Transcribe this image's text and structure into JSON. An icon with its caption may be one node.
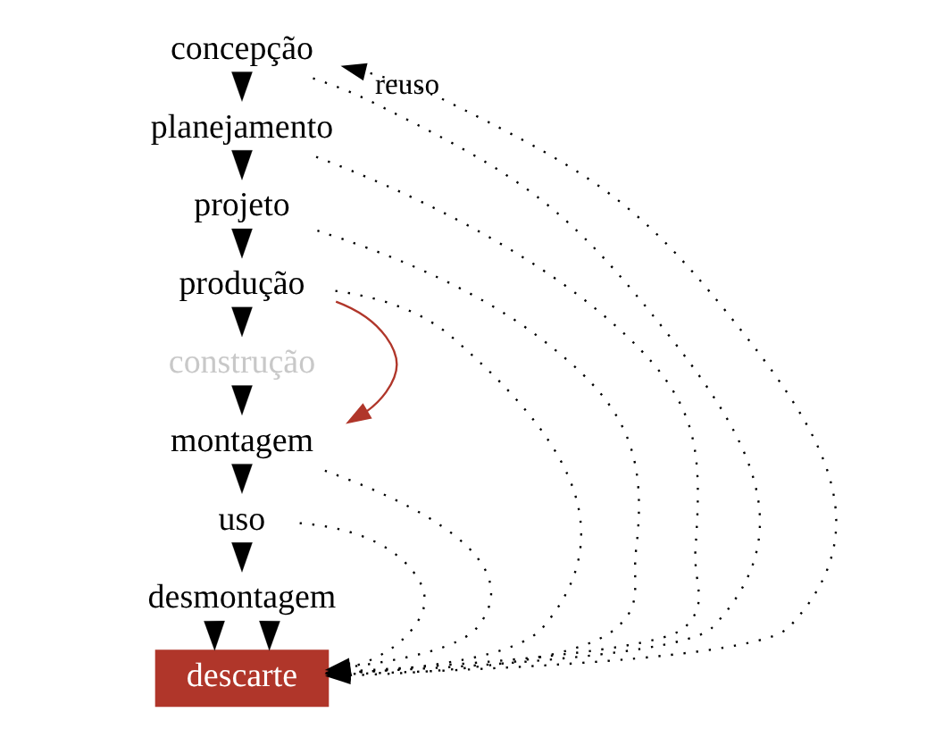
{
  "diagram": {
    "nodes": [
      {
        "text": [
          "concepção"
        ]
      },
      {
        "text": [
          "planejamento"
        ]
      },
      {
        "text": [
          "projeto"
        ]
      },
      {
        "text": [
          "produção"
        ]
      },
      {
        "text": [
          "construção"
        ]
      },
      {
        "text": [
          "montagem"
        ]
      },
      {
        "text": [
          "uso"
        ]
      },
      {
        "text": [
          "desmontagem"
        ]
      },
      {
        "text": [
          "descarte"
        ]
      }
    ],
    "edges": [
      {
        "from": 0,
        "to": 1,
        "arrow": "to"
      },
      {
        "from": 1,
        "to": 2,
        "arrow": "to"
      },
      {
        "from": 2,
        "to": 3,
        "arrow": "to"
      },
      {
        "from": 3,
        "to": 4,
        "arrow": "to"
      },
      {
        "from": 4,
        "to": 5,
        "arrow": "to"
      },
      {
        "from": 5,
        "to": 6,
        "arrow": "to"
      },
      {
        "from": 6,
        "to": 7,
        "arrow": "to"
      },
      {
        "from": 7,
        "to": 8,
        "arrow": "to"
      },
      {
        "from": 3,
        "to": 5,
        "arrow": "to",
        "color": "#b0362a"
      },
      {
        "from": 0,
        "to": 8,
        "arrow": "to",
        "style": "dashed"
      },
      {
        "from": 1,
        "to": 8,
        "arrow": "to",
        "style": "dashed"
      },
      {
        "from": 2,
        "to": 8,
        "arrow": "to",
        "style": "dashed"
      },
      {
        "from": 3,
        "to": 8,
        "arrow": "to",
        "style": "dashed"
      },
      {
        "from": 5,
        "to": 8,
        "arrow": "to",
        "style": "dashed"
      },
      {
        "from": 6,
        "to": 8,
        "arrow": "to",
        "style": "dashed"
      },
      {
        "from": 7,
        "to": 8,
        "arrow": "to",
        "style": "dashed"
      },
      {
        "from": 8,
        "to": 0,
        "arrow": "to",
        "style": "dashed",
        "label": "reuso"
      }
    ]
  }
}
